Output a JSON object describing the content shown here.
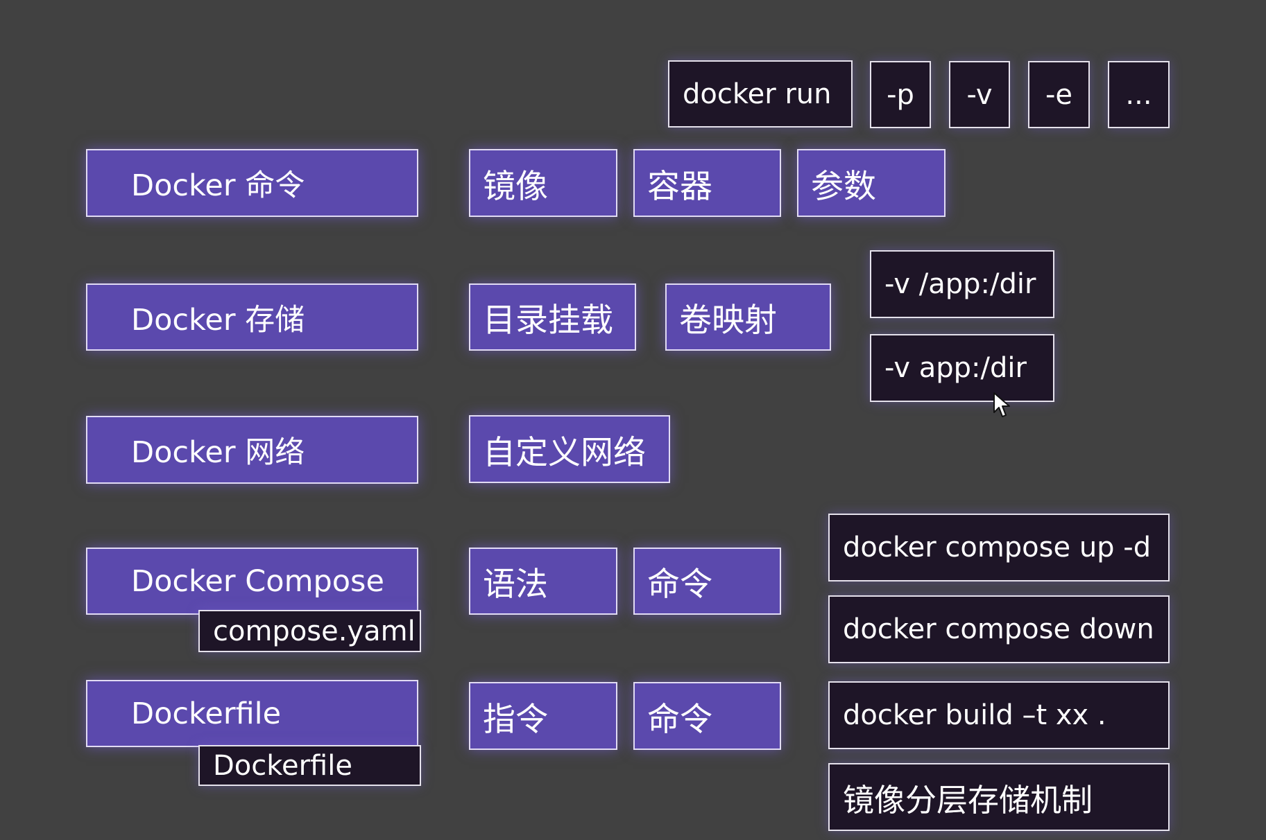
{
  "top_row": {
    "docker_run": "docker run",
    "flags": [
      "-p",
      "-v",
      "-e",
      "..."
    ]
  },
  "categories": [
    "Docker 命令",
    "Docker 存储",
    "Docker 网络",
    "Docker Compose",
    "Dockerfile"
  ],
  "command_row": {
    "items": [
      "镜像",
      "容器",
      "参数"
    ]
  },
  "storage_row": {
    "items": [
      "目录挂载",
      "卷映射"
    ],
    "examples": [
      "-v /app:/dir",
      "-v app:/dir"
    ]
  },
  "network_row": {
    "items": [
      "自定义网络"
    ]
  },
  "compose_row": {
    "file_tag": "compose.yaml",
    "items": [
      "语法",
      "命令"
    ],
    "commands": [
      "docker compose up -d",
      "docker compose down"
    ]
  },
  "dockerfile_row": {
    "file_tag": "Dockerfile",
    "items": [
      "指令",
      "命令"
    ],
    "commands": [
      "docker build –t xx .",
      "镜像分层存储机制"
    ]
  }
}
